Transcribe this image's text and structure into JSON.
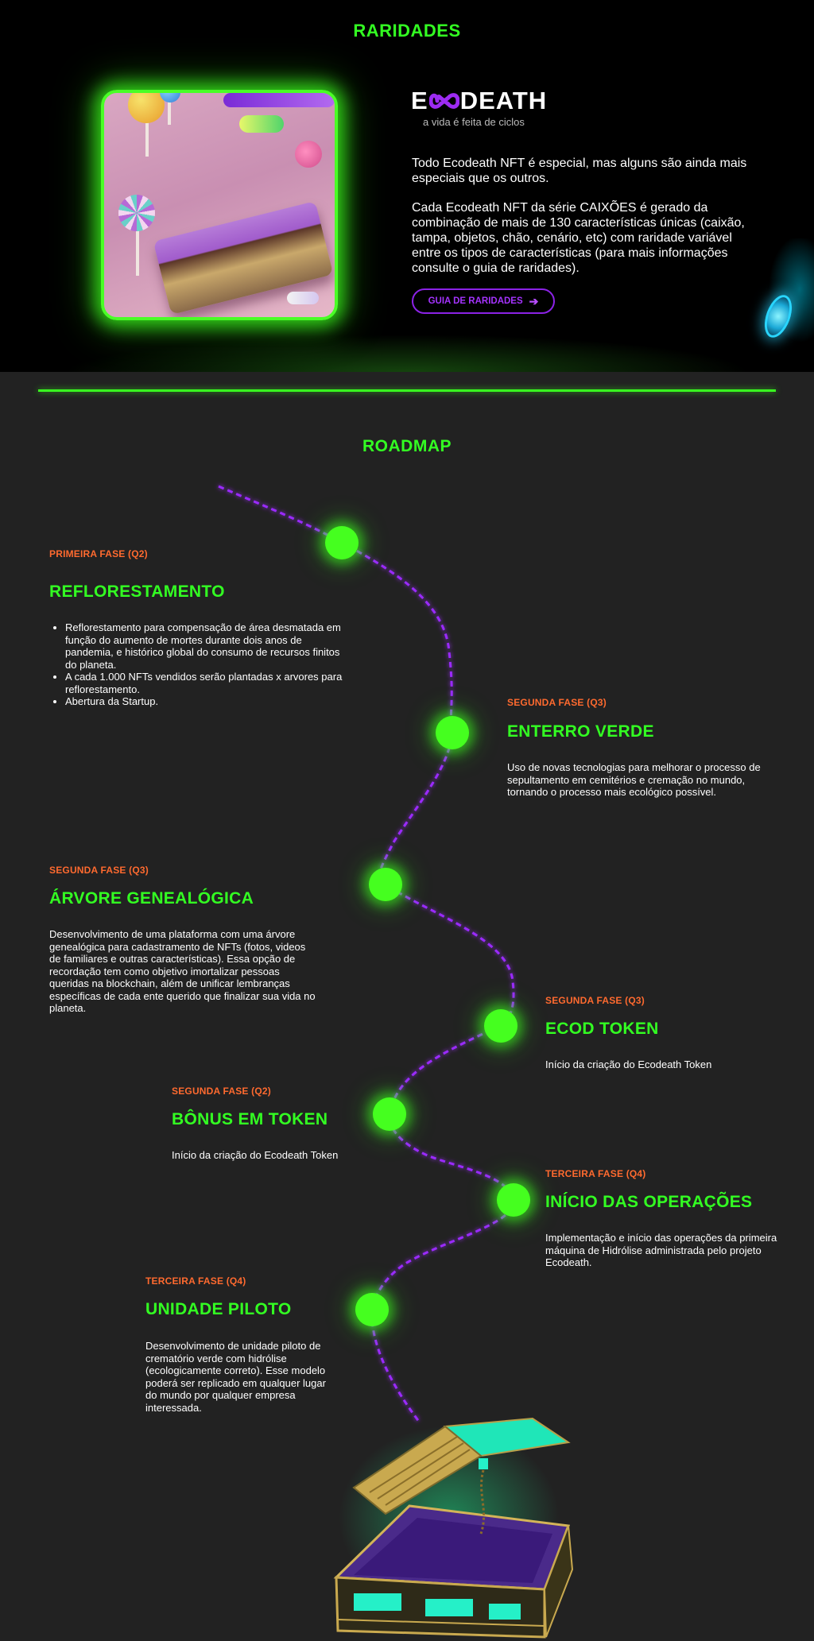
{
  "rarities": {
    "title": "RARIDADES",
    "brand": {
      "part1": "E",
      "part2": "DEATH",
      "tagline": "a vida é feita de ciclos"
    },
    "paragraph1": "Todo Ecodeath NFT é especial, mas alguns são ainda mais especiais que os outros.",
    "paragraph2": "Cada Ecodeath NFT da série CAIXÕES é gerado da combinação de mais de 130 características únicas (caixão, tampa, objetos, chão, cenário, etc) com raridade variável entre os tipos de características (para mais informações consulte o guia de raridades).",
    "guide_button": "GUIA DE RARIDADES",
    "guide_button_icon": "arrow-right-icon"
  },
  "roadmap": {
    "title": "ROADMAP",
    "milestones": [
      {
        "phase": "PRIMEIRA FASE (Q2)",
        "title": "REFLORESTAMENTO",
        "items": [
          "Reflorestamento para compensação de área desmatada em função do aumento de mortes durante dois anos de pandemia, e histórico global do consumo de recursos finitos do planeta.",
          "A cada 1.000 NFTs vendidos serão plantadas x arvores para reflorestamento.",
          "Abertura da Startup."
        ]
      },
      {
        "phase": "SEGUNDA FASE (Q3)",
        "title": "ENTERRO VERDE",
        "text": "Uso de novas tecnologias para melhorar o processo de sepultamento em cemitérios e cremação no mundo, tornando o processo mais ecológico possível."
      },
      {
        "phase": "SEGUNDA FASE (Q3)",
        "title": "ÁRVORE GENEALÓGICA",
        "text": "Desenvolvimento de uma plataforma com uma árvore genealógica para cadastramento de NFTs (fotos, videos de familiares e outras características). Essa opção de recordação tem como objetivo imortalizar pessoas queridas na blockchain, além de unificar lembranças específicas de cada ente querido que finalizar sua vida no planeta."
      },
      {
        "phase": "SEGUNDA FASE (Q3)",
        "title": "ECOD TOKEN",
        "text": "Início da criação do Ecodeath Token"
      },
      {
        "phase": "SEGUNDA FASE (Q2)",
        "title": "BÔNUS EM TOKEN",
        "text": "Início da criação do Ecodeath Token"
      },
      {
        "phase": "TERCEIRA FASE (Q4)",
        "title": "INÍCIO DAS OPERAÇÕES",
        "text": "Implementação e início das operações da primeira máquina de Hidrólise administrada pelo projeto Ecodeath."
      },
      {
        "phase": "TERCEIRA FASE (Q4)",
        "title": "UNIDADE PILOTO",
        "text": "Desenvolvimento de unidade piloto de crematório verde com hidrólise (ecologicamente correto). Esse modelo poderá ser replicado em qualquer lugar do mundo por qualquer empresa interessada."
      }
    ]
  },
  "colors": {
    "accent_green": "#33ff22",
    "phase_orange": "#ff6a2f",
    "button_purple": "#8b22e6",
    "path_purple": "#9b2cff",
    "background": "#222222"
  }
}
